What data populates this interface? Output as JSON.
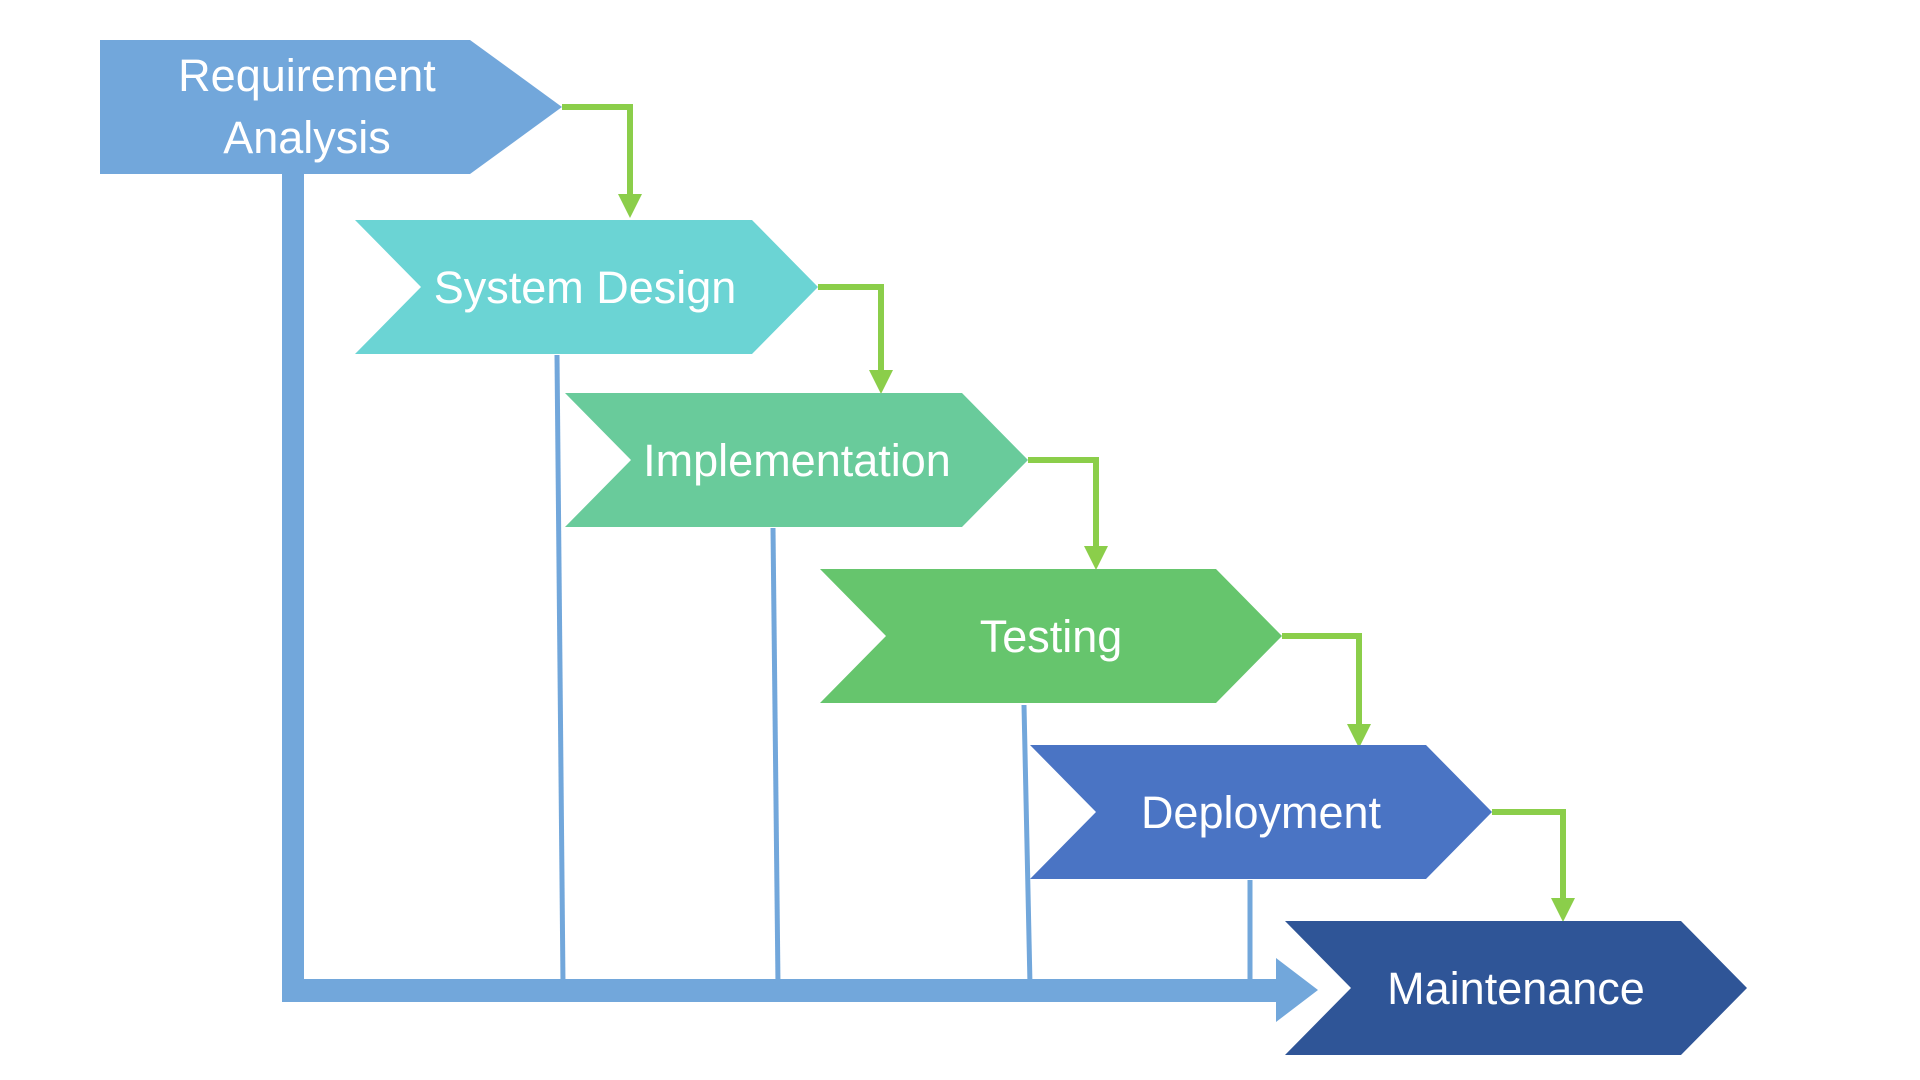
{
  "diagram": {
    "stages": [
      {
        "id": "requirement-analysis",
        "lines": [
          "Requirement",
          "Analysis"
        ],
        "color": "#72A7DB"
      },
      {
        "id": "system-design",
        "lines": [
          "System Design"
        ],
        "color": "#6BD4D4"
      },
      {
        "id": "implementation",
        "lines": [
          "Implementation"
        ],
        "color": "#69CB9B"
      },
      {
        "id": "testing",
        "lines": [
          "Testing"
        ],
        "color": "#66C56D"
      },
      {
        "id": "deployment",
        "lines": [
          "Deployment"
        ],
        "color": "#4A74C4"
      },
      {
        "id": "maintenance",
        "lines": [
          "Maintenance"
        ],
        "color": "#2F5597"
      }
    ],
    "connector_color": "#8BCE4A",
    "feedback_color": "#72A7DB",
    "background": "#FFFFFF"
  }
}
